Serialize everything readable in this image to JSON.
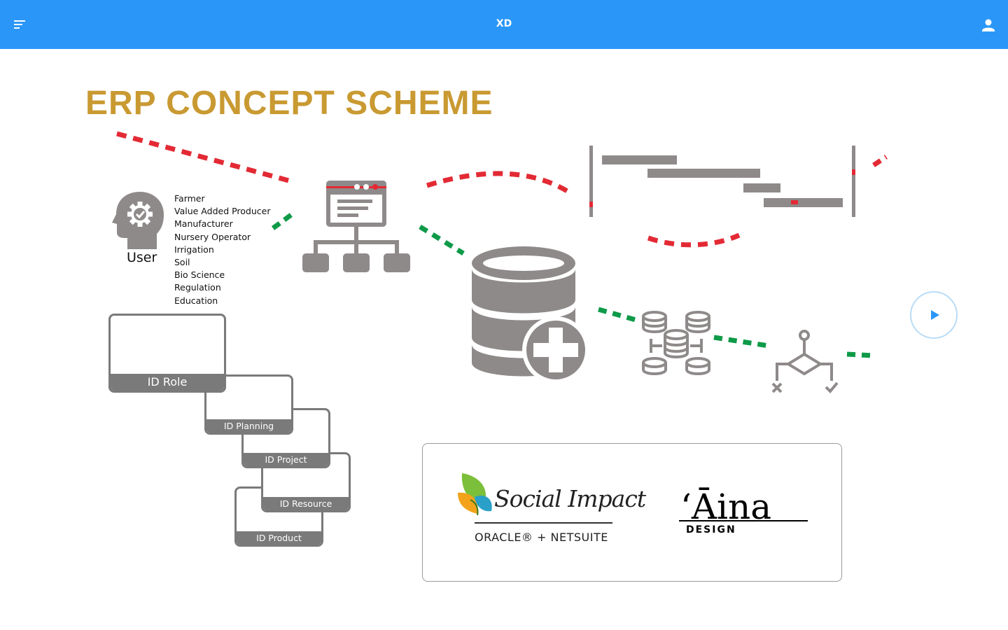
{
  "app": {
    "title": "XD"
  },
  "slide": {
    "title": "ERP CONCEPT SCHEME",
    "user_label": "User",
    "roles": [
      "Farmer",
      "Value Added Producer",
      "Manufacturer",
      "Nursery Operator",
      "Irrigation",
      "Soil",
      "Bio Science",
      "Regulation",
      "Education"
    ],
    "id_cards": [
      "ID Role",
      "ID Planning",
      "ID Project",
      "ID Resource",
      "ID Product"
    ],
    "logos": {
      "social_impact": "Social Impact",
      "partner_line": "ORACLE® + NETSUITE",
      "aina": "ʻĀina",
      "aina_sub": "DESIGN"
    }
  },
  "icons": {
    "menu": "menu-icon",
    "account": "account-icon",
    "head_gear": "head-gear-icon",
    "sitemap": "sitemap-icon",
    "database_add": "database-add-icon",
    "gantt": "gantt-icon",
    "coins": "coins-network-icon",
    "decision": "decision-flow-icon",
    "play": "play-icon"
  },
  "colors": {
    "header": "#2a97f8",
    "title": "#c99a32",
    "icon_gray": "#8f8a8a",
    "red_dash": "#e32a34",
    "green_dash": "#0e9a48"
  }
}
